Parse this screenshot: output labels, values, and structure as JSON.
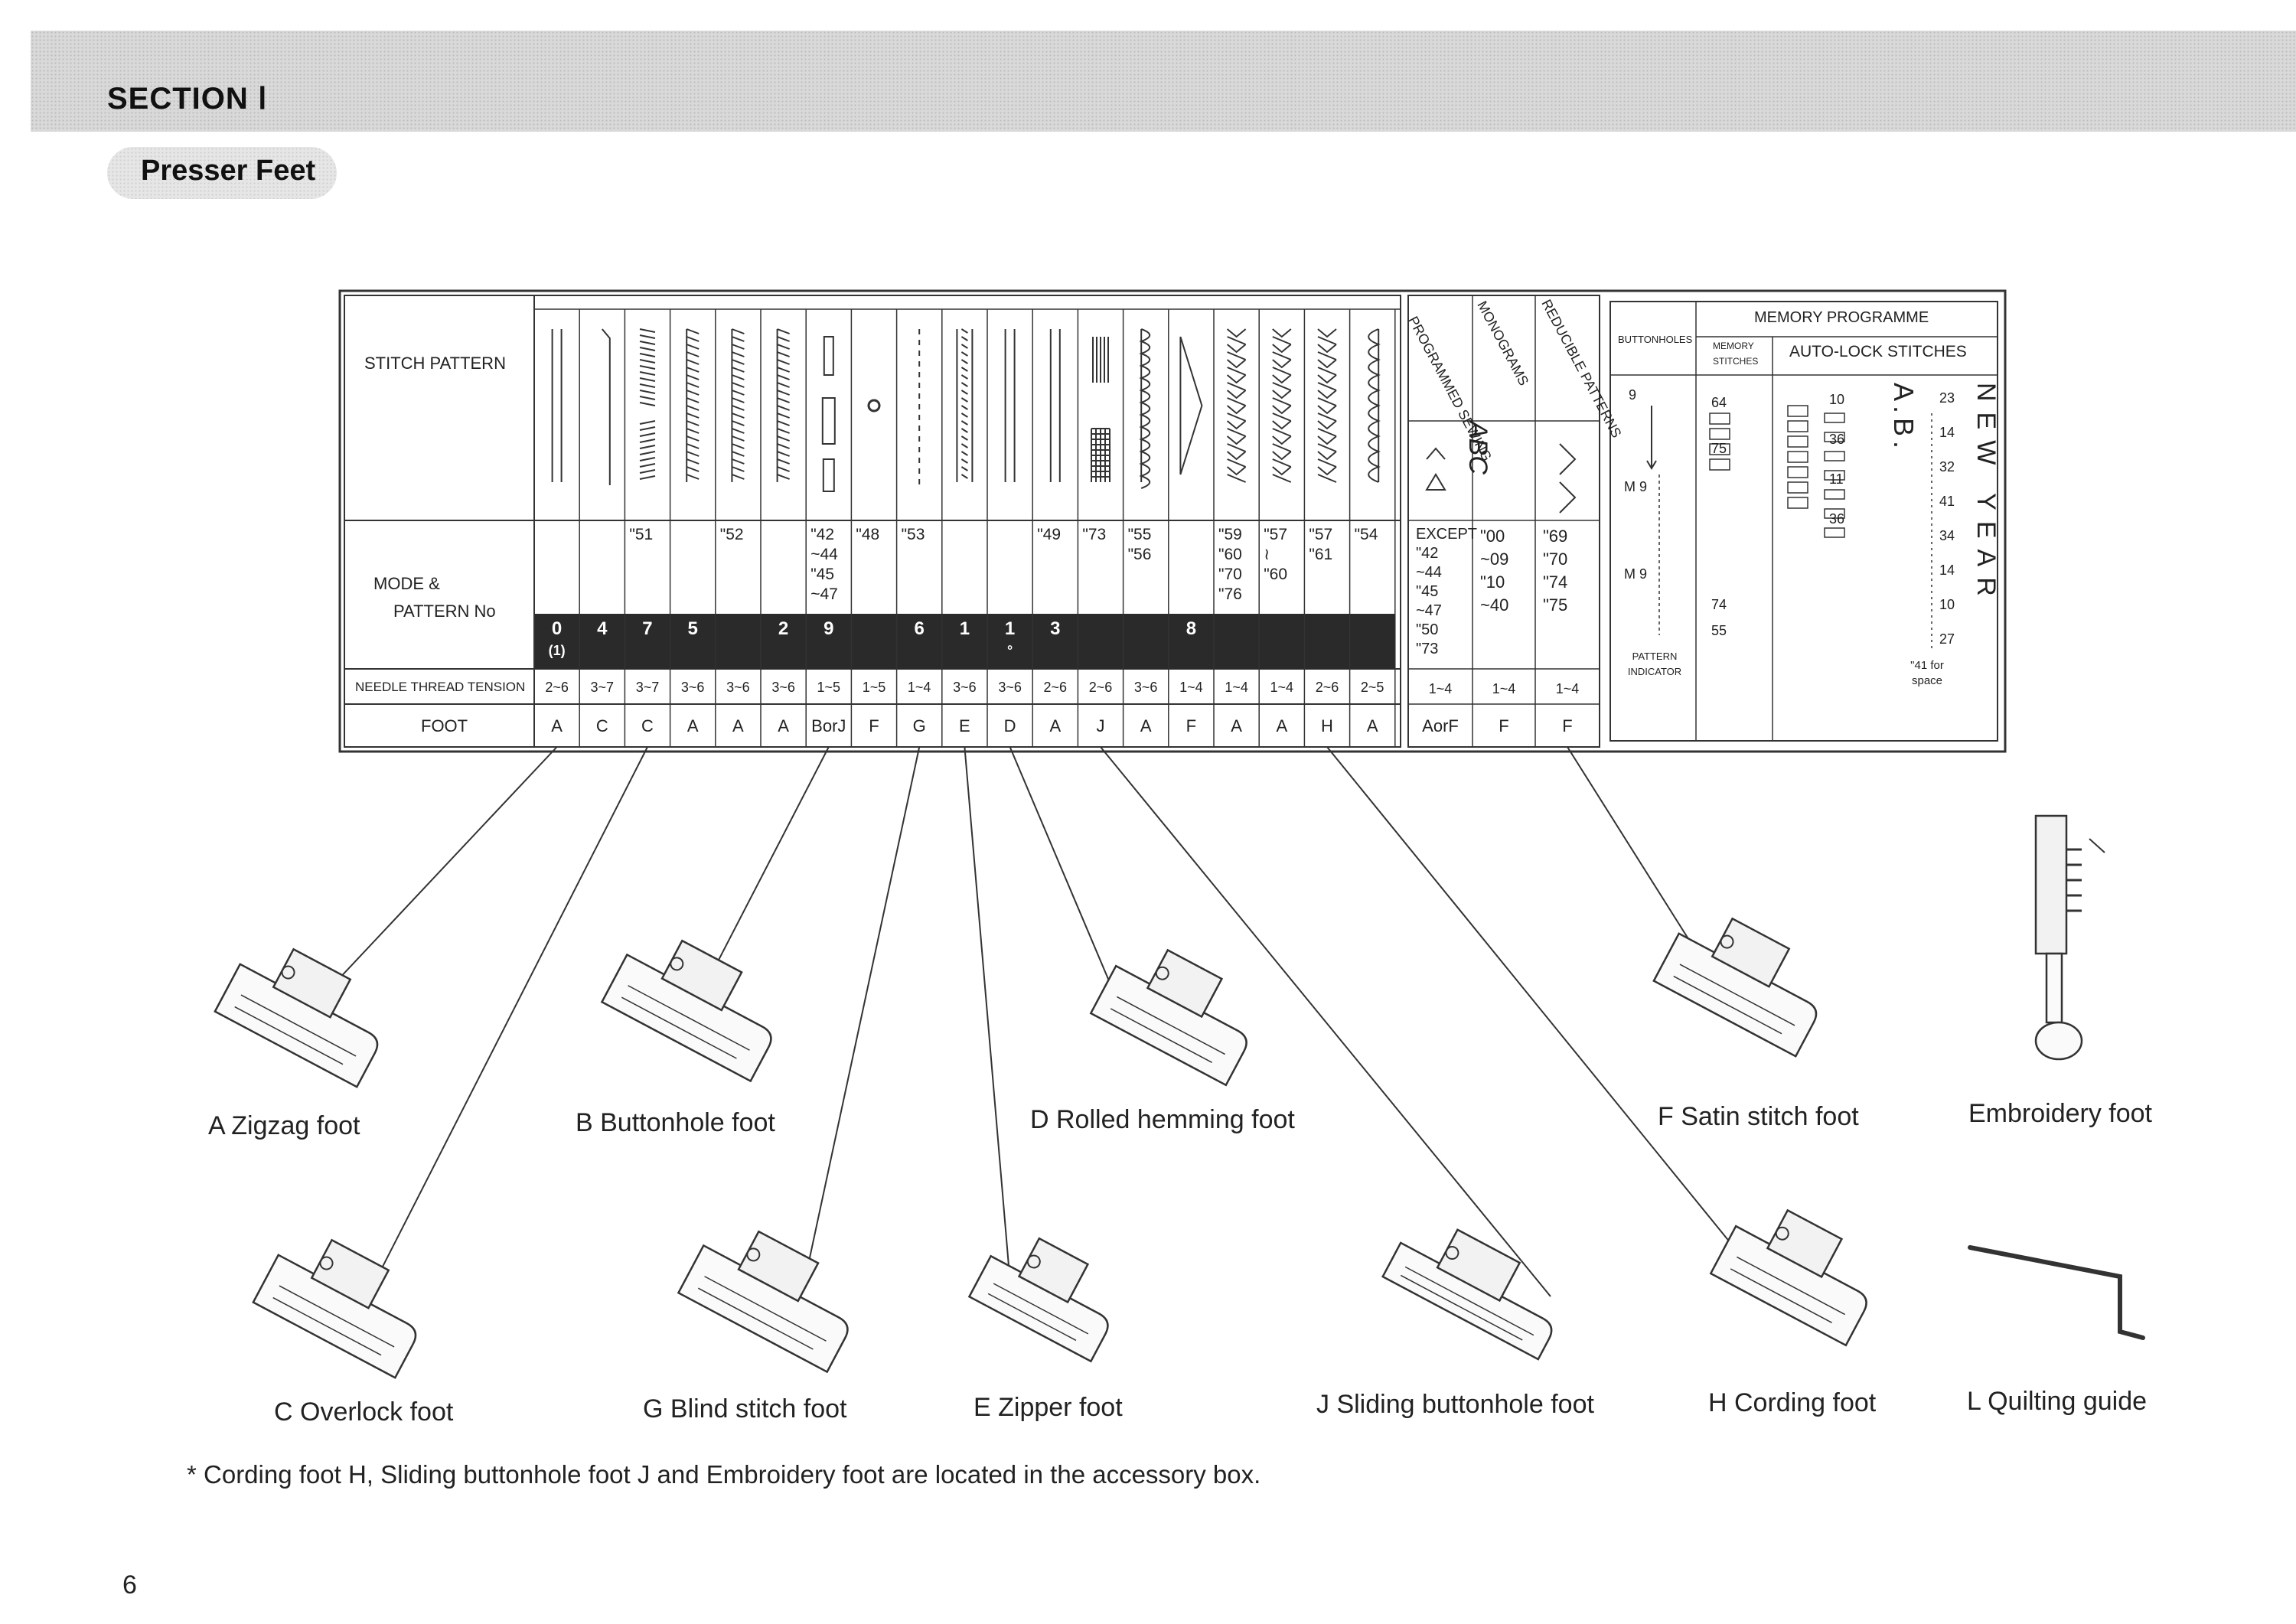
{
  "header": {
    "section": "SECTION Ⅰ",
    "title": "Presser Feet"
  },
  "table": {
    "row_labels": {
      "stitch": "STITCH PATTERN",
      "mode_line1": "MODE &",
      "mode_line2": "PATTERN No",
      "tension": "NEEDLE THREAD TENSION",
      "foot": "FOOT"
    },
    "columns": [
      {
        "mode": "",
        "key": "0",
        "key2": "(1)",
        "tension": "2~6",
        "foot": "A"
      },
      {
        "mode": "",
        "key": "4",
        "tension": "3~7",
        "foot": "C"
      },
      {
        "mode": "\"51",
        "key": "7",
        "tension": "3~7",
        "foot": "C"
      },
      {
        "mode": "",
        "key": "5",
        "tension": "3~6",
        "foot": "A"
      },
      {
        "mode": "\"52",
        "key": "",
        "tension": "3~6",
        "foot": "A"
      },
      {
        "mode": "",
        "key": "2",
        "tension": "3~6",
        "foot": "A"
      },
      {
        "mode": "\"42\n~44\n\"45\n~47",
        "key": "9",
        "tension": "1~5",
        "foot": "BorJ"
      },
      {
        "mode": "\"48",
        "key": "",
        "tension": "1~5",
        "foot": "F"
      },
      {
        "mode": "\"53",
        "key": "6",
        "tension": "1~4",
        "foot": "G"
      },
      {
        "mode": "",
        "key": "1",
        "tension": "3~6",
        "foot": "E"
      },
      {
        "mode": "",
        "key": "1",
        "key2": "°",
        "tension": "3~6",
        "foot": "D"
      },
      {
        "mode": "\"49",
        "key": "3",
        "tension": "2~6",
        "foot": "A"
      },
      {
        "mode": "\"73",
        "key": "",
        "tension": "2~6",
        "foot": "J"
      },
      {
        "mode": "\"55\n\"56",
        "key": "",
        "tension": "3~6",
        "foot": "A"
      },
      {
        "mode": "",
        "key": "8",
        "tension": "1~4",
        "foot": "F"
      },
      {
        "mode": "\"59\n\"60\n\"70\n\"76",
        "key": "",
        "tension": "1~4",
        "foot": "A"
      },
      {
        "mode": "\"57\n≀\n\"60",
        "key": "",
        "tension": "1~4",
        "foot": "A"
      },
      {
        "mode": "\"57\n\"61",
        "key": "",
        "tension": "2~6",
        "foot": "H"
      },
      {
        "mode": "\"54",
        "key": "",
        "tension": "2~5",
        "foot": "A"
      }
    ],
    "special": {
      "headers": [
        "PROGRAMMED SEWING",
        "MONOGRAMS",
        "REDUCIBLE PATTERNS"
      ],
      "abc": "ABC",
      "modes": [
        "EXCEPT\n\"42\n~44\n\"45\n~47\n\"50\n\"73",
        "\"00\n~09\n\"10\n~40",
        "\"69\n\"70\n\"74\n\"75"
      ],
      "tension": [
        "1~4",
        "1~4",
        "1~4"
      ],
      "foot": [
        "AorF",
        "F",
        "F"
      ]
    },
    "memory": {
      "buttonholes": "BUTTONHOLES",
      "memory_programme": "MEMORY PROGRAMME",
      "memory_stitches": "MEMORY STITCHES",
      "auto_lock": "AUTO-LOCK STITCHES",
      "pattern_indicator": "PATTERN INDICATOR",
      "bh_codes": [
        "9",
        "M",
        "9",
        "M",
        "9"
      ],
      "stitch_numbers_top": [
        "64",
        "75"
      ],
      "stitch_numbers_bottom": [
        "74",
        "55"
      ],
      "autolock_col1": [
        "10",
        "36",
        "11",
        "36"
      ],
      "autolock_letters": "A.B.",
      "new_year": "NEW YEAR",
      "new_year_numbers": [
        "23",
        "14",
        "32",
        "41",
        "34",
        "14",
        "10",
        "27"
      ],
      "space_note": "\"41 for space"
    }
  },
  "feet": {
    "A": "A  Zigzag foot",
    "B": "B  Buttonhole foot",
    "D": "D  Rolled hemming foot",
    "F": "F  Satin stitch foot",
    "EMB": "Embroidery foot",
    "C": "C  Overlock foot",
    "G": "G  Blind stitch foot",
    "E": "E  Zipper foot",
    "J": "J  Sliding buttonhole foot",
    "H": "H  Cording foot",
    "L": "L  Quilting guide"
  },
  "note": "*  Cording foot H, Sliding buttonhole foot J and Embroidery foot are located in the accessory box.",
  "page_number": "6"
}
